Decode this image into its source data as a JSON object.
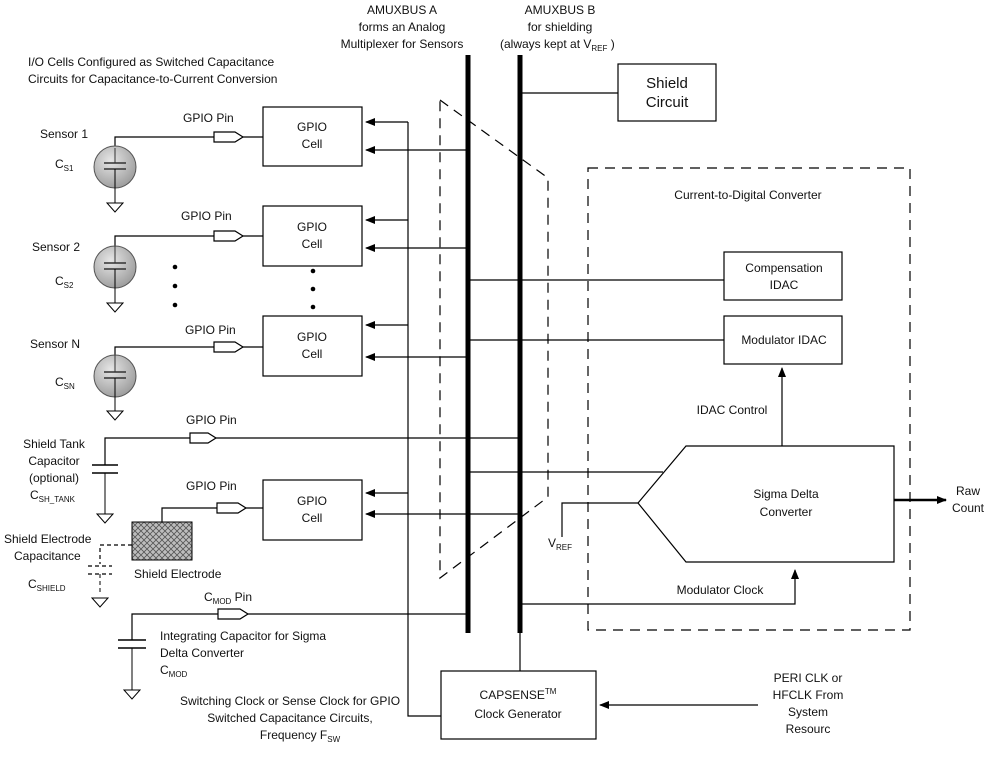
{
  "labels": {
    "io_cells_line1": "I/O Cells Configured as Switched Capacitance",
    "io_cells_line2": "Circuits for Capacitance-to-Current Conversion",
    "amuxbus_a_1": "AMUXBUS A",
    "amuxbus_a_2": "forms an Analog",
    "amuxbus_a_3": "Multiplexer for Sensors",
    "amuxbus_b_1": "AMUXBUS B",
    "amuxbus_b_2": "for shielding",
    "amuxbus_b_3": "(always kept at V",
    "amuxbus_b_3_sub": "REF",
    "amuxbus_b_3_end": " )",
    "shield_circuit_1": "Shield",
    "shield_circuit_2": "Circuit",
    "cdc_title": "Current-to-Digital Converter",
    "comp_idac_1": "Compensation",
    "comp_idac_2": "IDAC",
    "mod_idac": "Modulator IDAC",
    "idac_control": "IDAC Control",
    "sigma_delta_1": "Sigma Delta",
    "sigma_delta_2": "Converter",
    "raw_count_1": "Raw",
    "raw_count_2": "Count",
    "vref_main": "V",
    "vref_sub": "REF",
    "modulator_clock": "Modulator Clock",
    "sensor1": "Sensor 1",
    "sensor2": "Sensor 2",
    "sensorN": "Sensor N",
    "cs1_main": "C",
    "cs1_sub": "S1",
    "cs2_main": "C",
    "cs2_sub": "S2",
    "csn_main": "C",
    "csn_sub": "SN",
    "gpio_pin": "GPIO Pin",
    "gpio_cell_1": "GPIO",
    "gpio_cell_2": "Cell",
    "shield_tank_1": "Shield Tank",
    "shield_tank_2": "Capacitor",
    "shield_tank_3": "(optional)",
    "csh_tank_main": "C",
    "csh_tank_sub": "SH_TANK",
    "shield_electrode_cap_1": "Shield Electrode",
    "shield_electrode_cap_2": "Capacitance",
    "cshield_main": "C",
    "cshield_sub": "SHIELD",
    "shield_electrode": "Shield Electrode",
    "cmod_pin_main": "C",
    "cmod_pin_sub": "MOD",
    "cmod_pin_end": " Pin",
    "integrating_1": "Integrating Capacitor for Sigma",
    "integrating_2": "Delta Converter",
    "cmod_main": "C",
    "cmod_sub": "MOD",
    "switching_1": "Switching Clock or Sense Clock for GPIO",
    "switching_2": "Switched Capacitance Circuits,",
    "switching_3_main": "Frequency F",
    "switching_3_sub": "SW",
    "capsense_main": "CAPSENSE",
    "capsense_sup": "TM",
    "capsense_2": "Clock Generator",
    "peri_1": "PERI CLK or",
    "peri_2": "HFCLK  From",
    "peri_3": "System",
    "peri_4": "Resourc"
  }
}
